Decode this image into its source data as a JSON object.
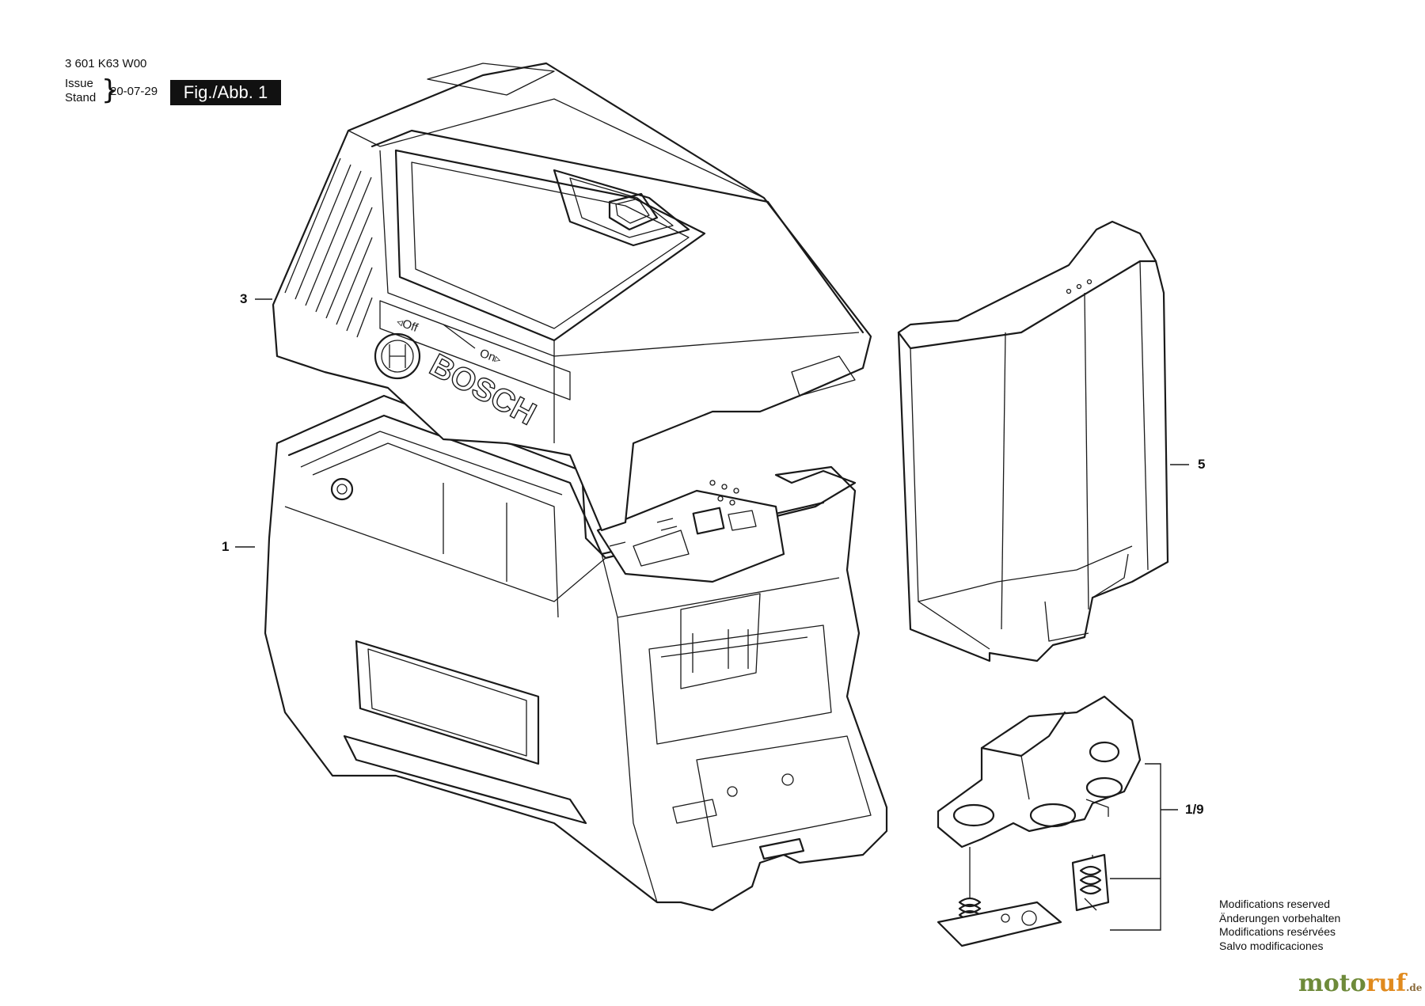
{
  "header": {
    "part_number": "3 601 K63 W00",
    "issue_labels": [
      "Issue",
      "Stand"
    ],
    "date": "20-07-29",
    "figure_label": "Fig./Abb. 1"
  },
  "callouts": [
    {
      "id": "1",
      "label": "1"
    },
    {
      "id": "3",
      "label": "3"
    },
    {
      "id": "5",
      "label": "5"
    },
    {
      "id": "1-9",
      "label": "1/9"
    }
  ],
  "product_markings": {
    "brand": "BOSCH",
    "switch_off": "◃Off",
    "switch_on": "On▹"
  },
  "notice": [
    "Modifications reserved",
    "Änderungen vorbehalten",
    "Modifications resérvées",
    "Salvo modificaciones"
  ],
  "watermark": {
    "part1": "moto",
    "part2": "ruf",
    "suffix": ".de"
  }
}
